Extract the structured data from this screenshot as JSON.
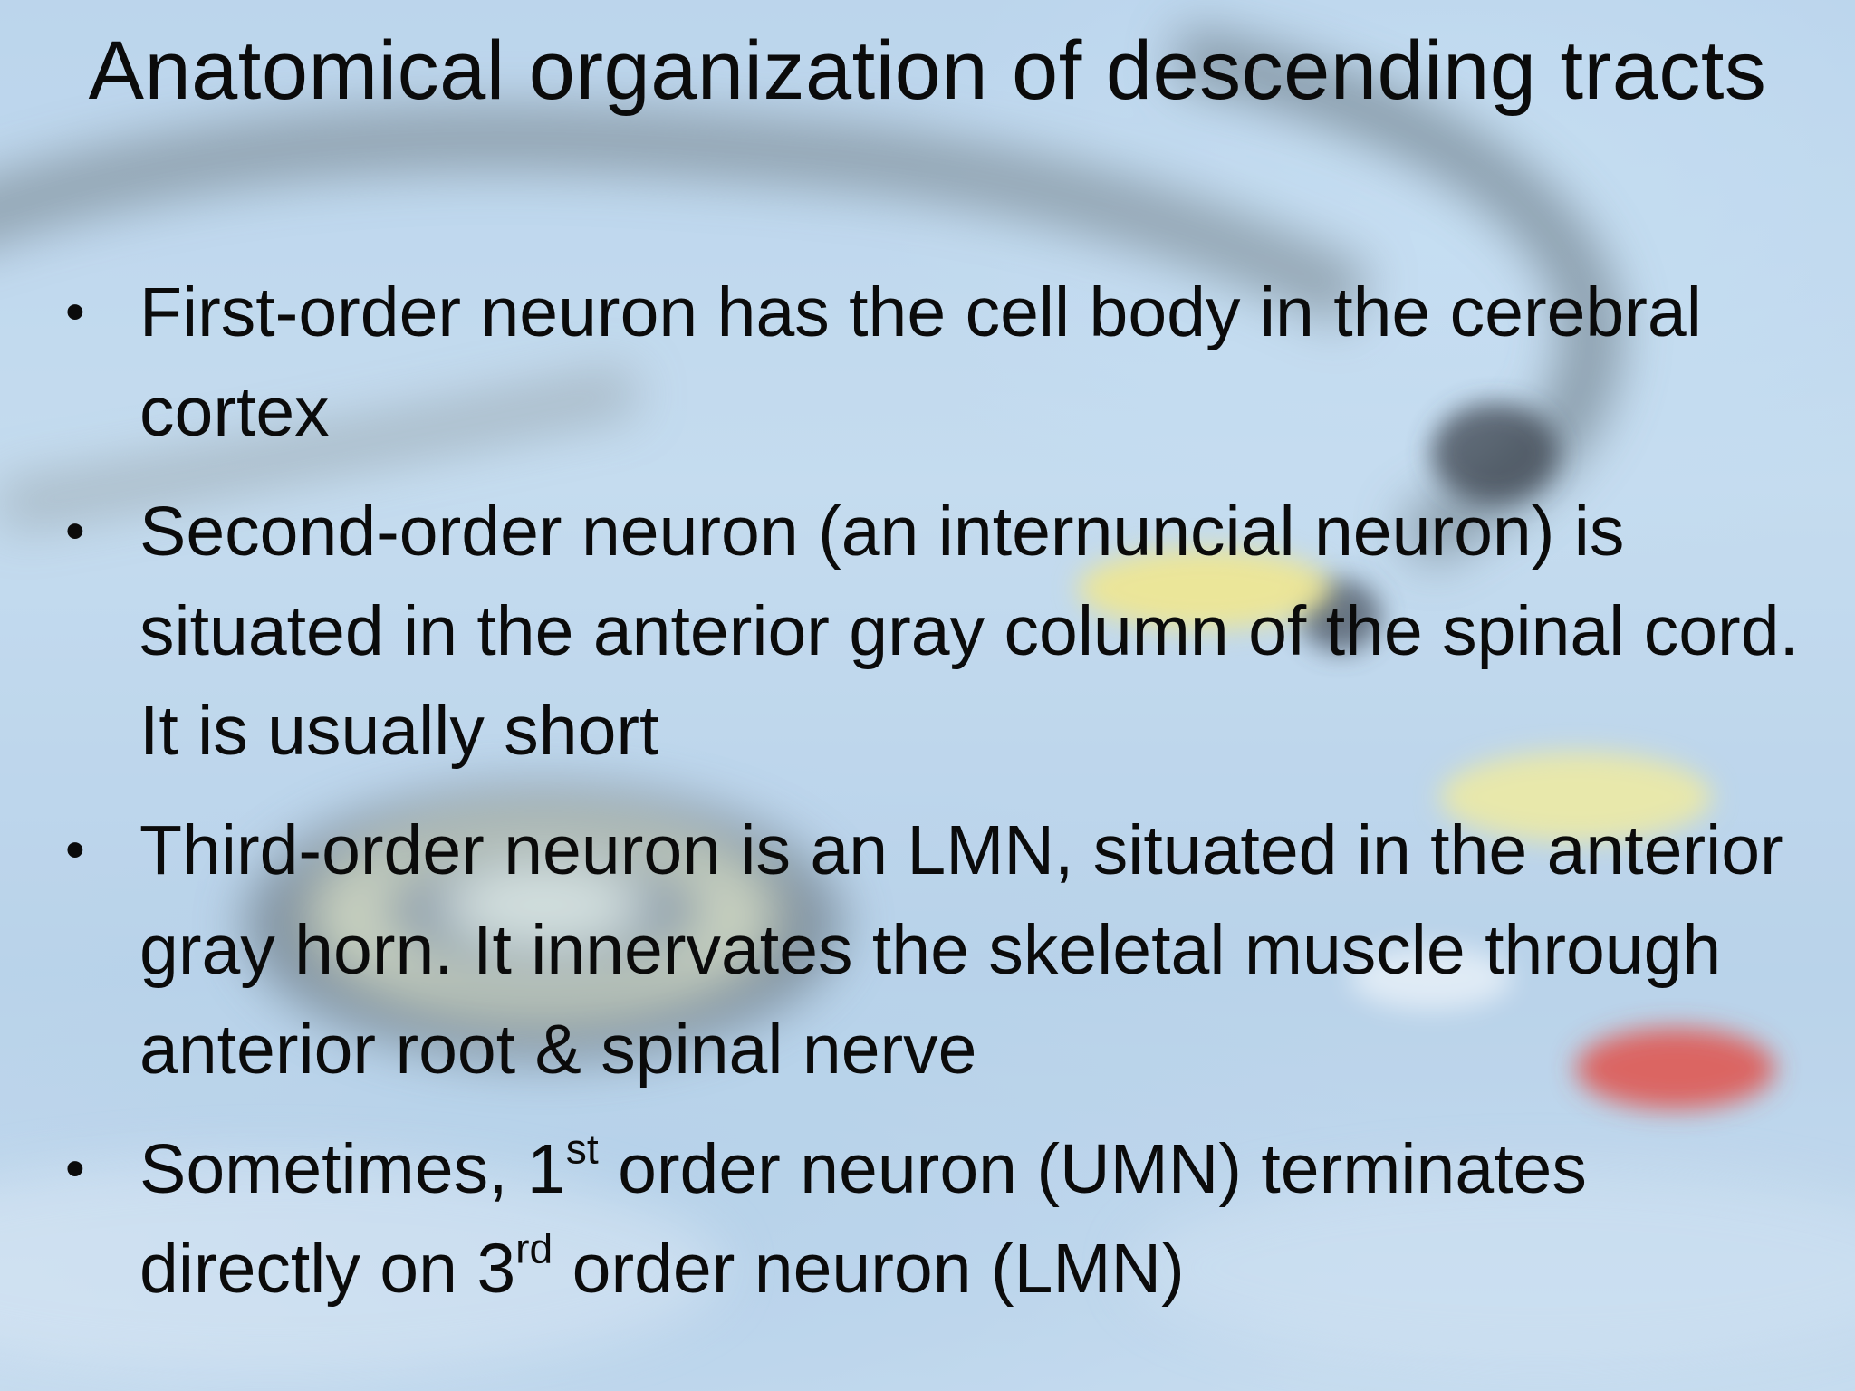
{
  "slide": {
    "title": "Anatomical organization of descending tracts",
    "bullet_marker": "•",
    "bullets": [
      {
        "text": "First-order neuron has the cell body in the cerebral cortex"
      },
      {
        "text": "Second-order neuron (an internuncial neuron) is situated in the anterior gray column of the spinal cord. It is usually short"
      },
      {
        "text": "Third-order neuron is an LMN, situated in the anterior gray horn. It innervates the skeletal muscle through anterior root & spinal nerve"
      },
      {
        "part1": "Sometimes, 1",
        "sup1": "st",
        "part2": " order neuron (UMN) terminates directly on 3",
        "sup2": "rd",
        "part3": " order neuron (LMN)"
      }
    ]
  },
  "background": {
    "image": "blurred-stethoscope-and-pills-photo",
    "colors": {
      "base": "#b9d3e9",
      "light": "#d9e8f5",
      "tube": "#6f7f8a",
      "yellow": "#f2e88a",
      "red": "#e0524a",
      "dark": "#3c4550"
    }
  }
}
